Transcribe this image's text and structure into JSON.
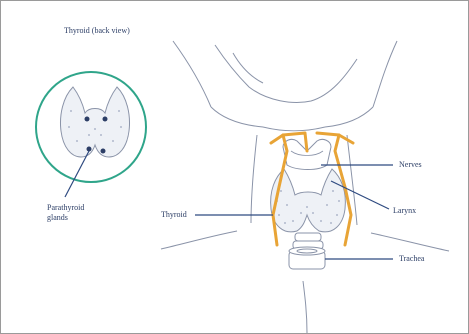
{
  "inset_title": "Thyroid (back view)",
  "labels": {
    "nerves": "Nerves",
    "larynx": "Larynx",
    "thyroid": "Thyroid",
    "trachea": "Trachea",
    "parathyroid_line1": "Parathyroid",
    "parathyroid_line2": "glands"
  },
  "colors": {
    "outline": "#8a93a8",
    "label_text": "#2c3e66",
    "leader": "#2e4a80",
    "inset_circle": "#2fa58a",
    "highlight": "#e8a436",
    "tissue_fill": "#eef1f6"
  }
}
